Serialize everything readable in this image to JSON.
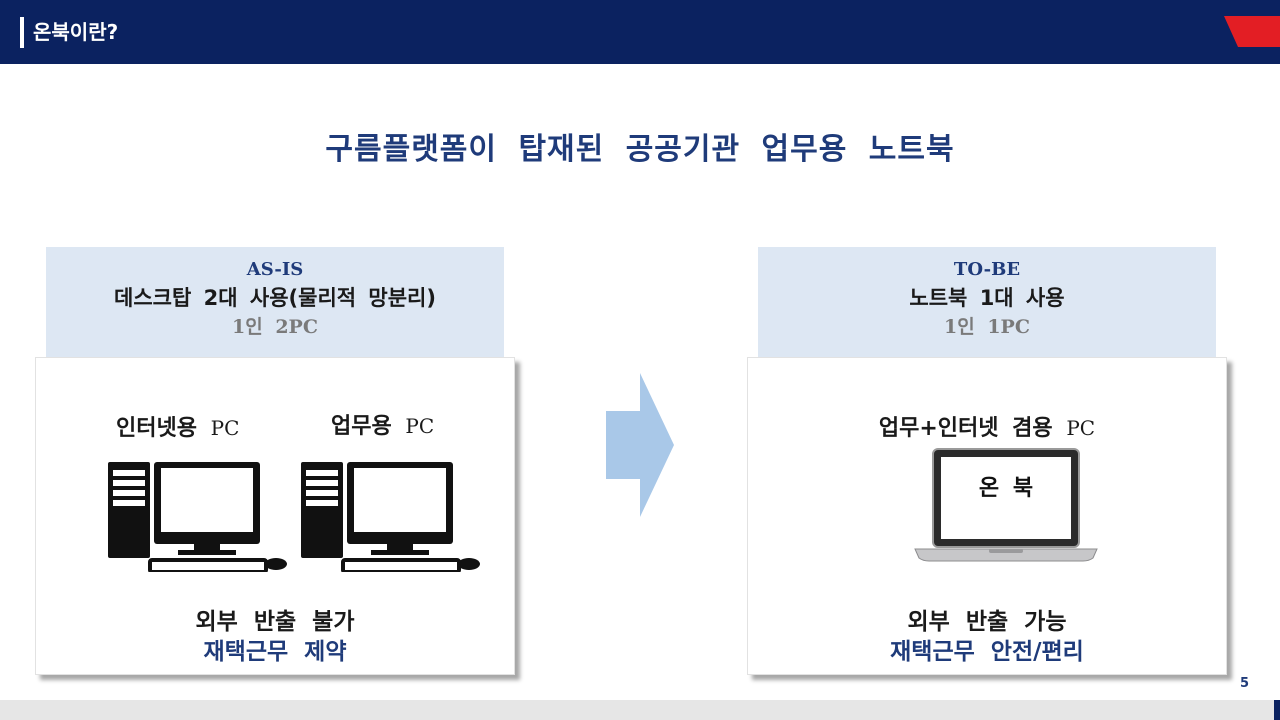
{
  "header": {
    "title": "온북이란?"
  },
  "main_title": "구름플랫폼이 탑재된 공공기관 업무용 노트북",
  "as_is": {
    "tag": "AS-IS",
    "main": "데스크탑 2대 사용(물리적 망분리)",
    "sub": "1인 2PC",
    "pc1_label": "인터넷용",
    "pc2_label": "업무용",
    "pc_suffix": "PC",
    "caption1": "외부 반출 불가",
    "caption2": "재택근무 제약"
  },
  "to_be": {
    "tag": "TO-BE",
    "main": "노트북 1대 사용",
    "sub": "1인 1PC",
    "pc_label": "업무+인터넷 겸용",
    "pc_suffix": "PC",
    "laptop_screen_text": "온 북",
    "caption1": "외부 반출 가능",
    "caption2": "재택근무 안전/편리"
  },
  "page_number": "5",
  "colors": {
    "header_bg": "#0b2260",
    "accent_red": "#e31e24",
    "title_blue": "#1f3b7a",
    "label_bg": "#dde7f3",
    "arrow": "#a9c8e8"
  },
  "icons": {
    "arrow": "right-arrow-icon",
    "desktop": "desktop-computer-icon",
    "laptop": "laptop-icon"
  }
}
